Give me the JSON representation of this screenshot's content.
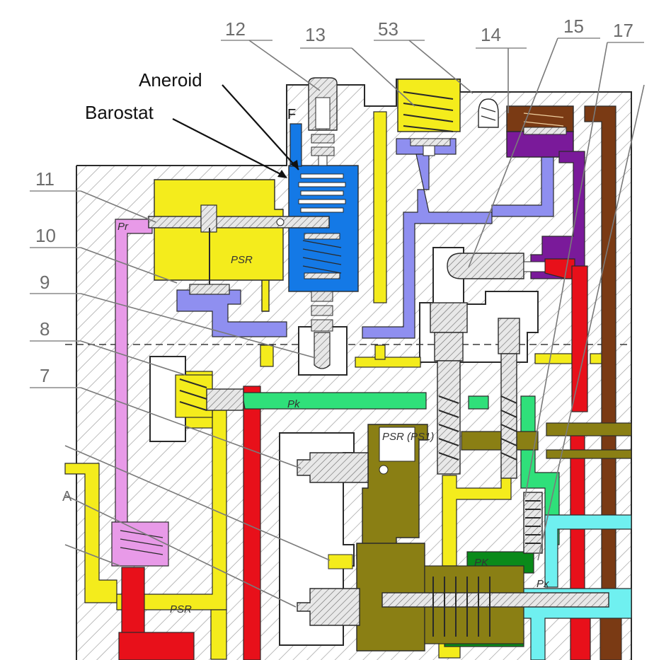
{
  "callouts": {
    "aneroid": "Aneroid",
    "barostat": "Barostat"
  },
  "part_numbers": {
    "n12": "12",
    "n13": "13",
    "n53": "53",
    "n14": "14",
    "n15": "15",
    "n17": "17",
    "n11": "11",
    "n10": "10",
    "n9": "9",
    "n8": "8",
    "n7": "7"
  },
  "letters": {
    "f": "F",
    "a": "A"
  },
  "pressure_labels": {
    "psr_main": "PSR",
    "psr_bottom": "PSR",
    "pk": "Pk",
    "psr_ps1": "PSR (PS1)",
    "px": "Px",
    "pr_left": "Pr",
    "pk_bottom": "PK"
  },
  "colors": {
    "yellow": "#f4ec1c",
    "blue": "#1479e6",
    "lavender": "#8f8ff0",
    "purple": "#7a1a9a",
    "brown": "#7a3a14",
    "red": "#e8101a",
    "green": "#2fe07a",
    "olive": "#8a7f14",
    "pink": "#e89ae8",
    "cyan": "#6ff0f0",
    "darkgreen": "#0a8a1a"
  }
}
